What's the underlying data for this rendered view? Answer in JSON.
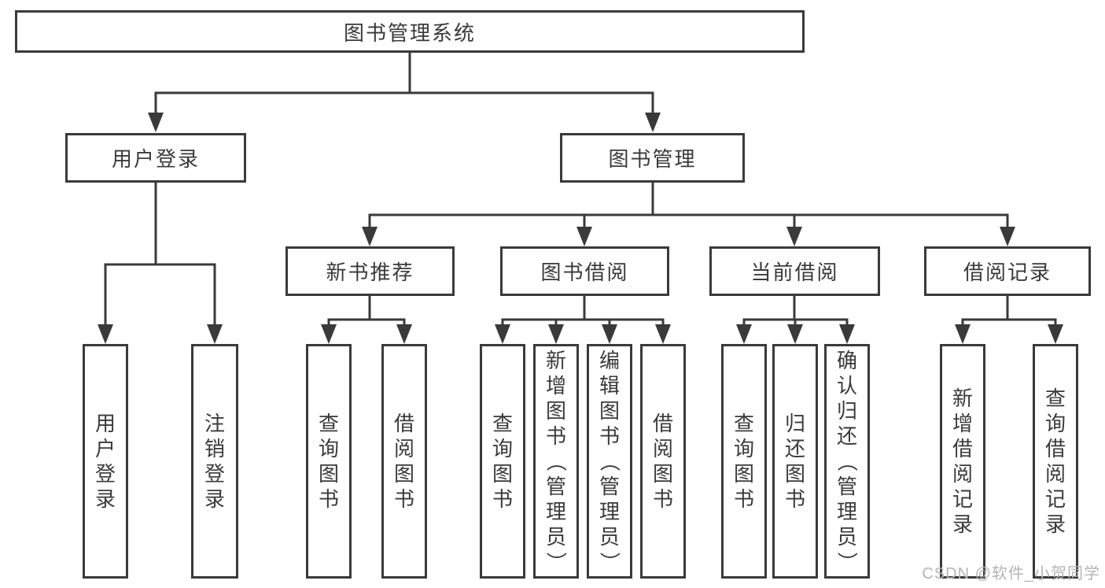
{
  "diagram": {
    "title": "图书管理系统",
    "root": {
      "label": "图书管理系统"
    },
    "level2": {
      "user_login": {
        "label": "用户登录"
      },
      "book_mgmt": {
        "label": "图书管理"
      }
    },
    "level3": {
      "recommend": {
        "label": "新书推荐"
      },
      "borrow": {
        "label": "图书借阅"
      },
      "current": {
        "label": "当前借阅"
      },
      "records": {
        "label": "借阅记录"
      }
    },
    "leaves": {
      "user_login": [
        "用户登录",
        "注销登录"
      ],
      "recommend": [
        "查询图书",
        "借阅图书"
      ],
      "borrow": [
        "查询图书",
        "新增图书（管理员）",
        "编辑图书（管理员）",
        "借阅图书"
      ],
      "current": [
        "查询图书",
        "归还图书",
        "确认归还（管理员）"
      ],
      "records": [
        "新增借阅记录",
        "查询借阅记录"
      ]
    }
  },
  "colors": {
    "line": "#3a3a3a",
    "text": "#3a3a3a",
    "box_background": "#ffffff",
    "watermark": "#b5b5b5"
  },
  "watermark": "CSDN @软件_小贺同学"
}
